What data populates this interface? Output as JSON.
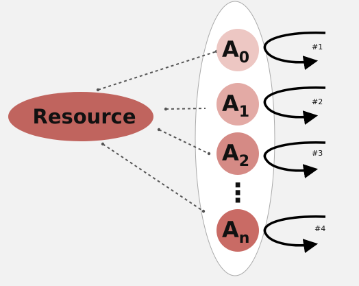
{
  "resource": {
    "label": "Resource",
    "color": "#c0645e"
  },
  "agents": [
    {
      "letter": "A",
      "sub": "0",
      "loop_label": "#1",
      "color": "#edc7c3"
    },
    {
      "letter": "A",
      "sub": "1",
      "loop_label": "#2",
      "color": "#e3aaa5"
    },
    {
      "letter": "A",
      "sub": "2",
      "loop_label": "#3",
      "color": "#d58a85"
    },
    {
      "letter": "A",
      "sub": "n",
      "loop_label": "#4",
      "color": "#c96b65"
    }
  ],
  "ellipsis": "⋮",
  "colors": {
    "background": "#f2f2f2",
    "group_fill": "#ffffff",
    "group_stroke": "#aaaaaa",
    "connector": "#555555",
    "arrow": "#000000",
    "text": "#111111"
  }
}
